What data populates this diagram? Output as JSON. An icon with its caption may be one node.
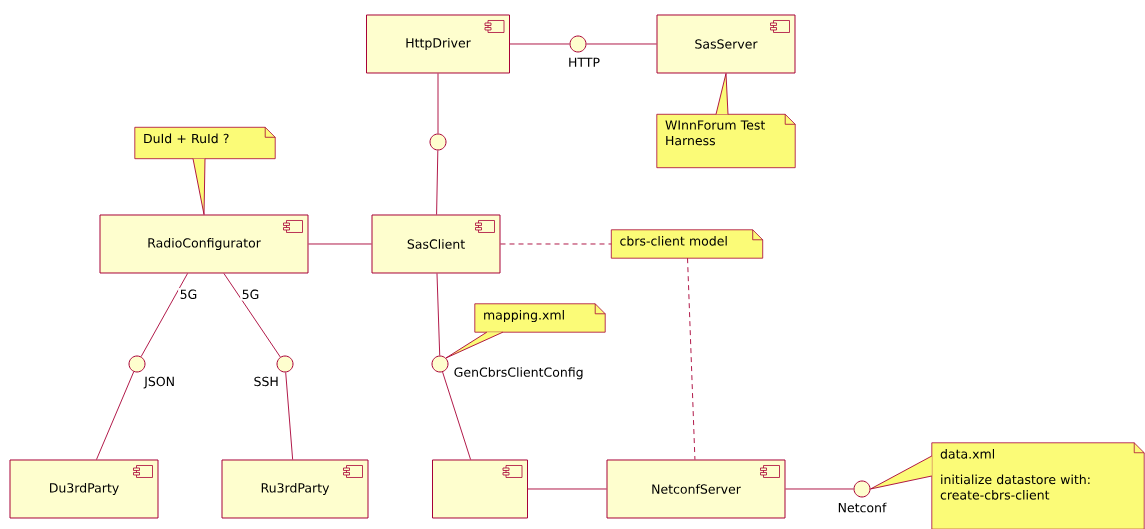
{
  "diagram": {
    "nodes": [
      {
        "text": [
          "HttpDriver"
        ]
      },
      {
        "text": [],
        "shape": "circle",
        "beside": [
          "HTTP"
        ]
      },
      {
        "text": [
          "SasServer"
        ]
      },
      {
        "text": [
          "WInnForum Test Harness"
        ]
      },
      {
        "text": [],
        "shape": "circle"
      },
      {
        "text": [
          "DuId + RuId ?"
        ]
      },
      {
        "text": [
          "RadioConfigurator"
        ]
      },
      {
        "text": [
          "SasClient"
        ]
      },
      {
        "text": [
          "cbrs-client model"
        ]
      },
      {
        "text": [],
        "shape": "circle",
        "beside": [
          "JSON"
        ]
      },
      {
        "text": [],
        "shape": "circle",
        "beside": [
          "SSH"
        ]
      },
      {
        "text": [],
        "shape": "circle",
        "beside": [
          "GenCbrsClientConfig"
        ]
      },
      {
        "text": [
          "mapping.xml"
        ]
      },
      {
        "text": [
          "Du3rdParty"
        ]
      },
      {
        "text": [
          "Ru3rdParty"
        ]
      },
      {
        "text": [],
        "shape": "box"
      },
      {
        "text": [
          "NetconfServer"
        ]
      },
      {
        "text": [],
        "shape": "circle",
        "beside": [
          "Netconf"
        ]
      },
      {
        "text": [
          "data.xml",
          "initialize datastore with: create-cbrs-client"
        ]
      }
    ],
    "edges": [
      {
        "from": 0,
        "to": 1,
        "arrow": "none"
      },
      {
        "from": 1,
        "to": 2,
        "arrow": "none"
      },
      {
        "from": 3,
        "to": 2,
        "arrow": "none"
      },
      {
        "from": 0,
        "to": 4,
        "arrow": "none"
      },
      {
        "from": 4,
        "to": 7,
        "arrow": "none"
      },
      {
        "from": 5,
        "to": 6,
        "arrow": "none"
      },
      {
        "from": 6,
        "to": 7,
        "arrow": "none"
      },
      {
        "from": 7,
        "to": 8,
        "arrow": "none",
        "style": "dashed"
      },
      {
        "from": 6,
        "to": 9,
        "arrow": "none",
        "label": "5G"
      },
      {
        "from": 6,
        "to": 10,
        "arrow": "none",
        "label": "5G"
      },
      {
        "from": 9,
        "to": 13,
        "arrow": "none"
      },
      {
        "from": 10,
        "to": 14,
        "arrow": "none"
      },
      {
        "from": 7,
        "to": 11,
        "arrow": "none"
      },
      {
        "from": 12,
        "to": 11,
        "arrow": "none"
      },
      {
        "from": 11,
        "to": 15,
        "arrow": "none"
      },
      {
        "from": 15,
        "to": 16,
        "arrow": "none"
      },
      {
        "from": 8,
        "to": 16,
        "arrow": "none",
        "style": "dashed"
      },
      {
        "from": 16,
        "to": 17,
        "arrow": "none"
      },
      {
        "from": 18,
        "to": 17,
        "arrow": "none"
      }
    ]
  }
}
